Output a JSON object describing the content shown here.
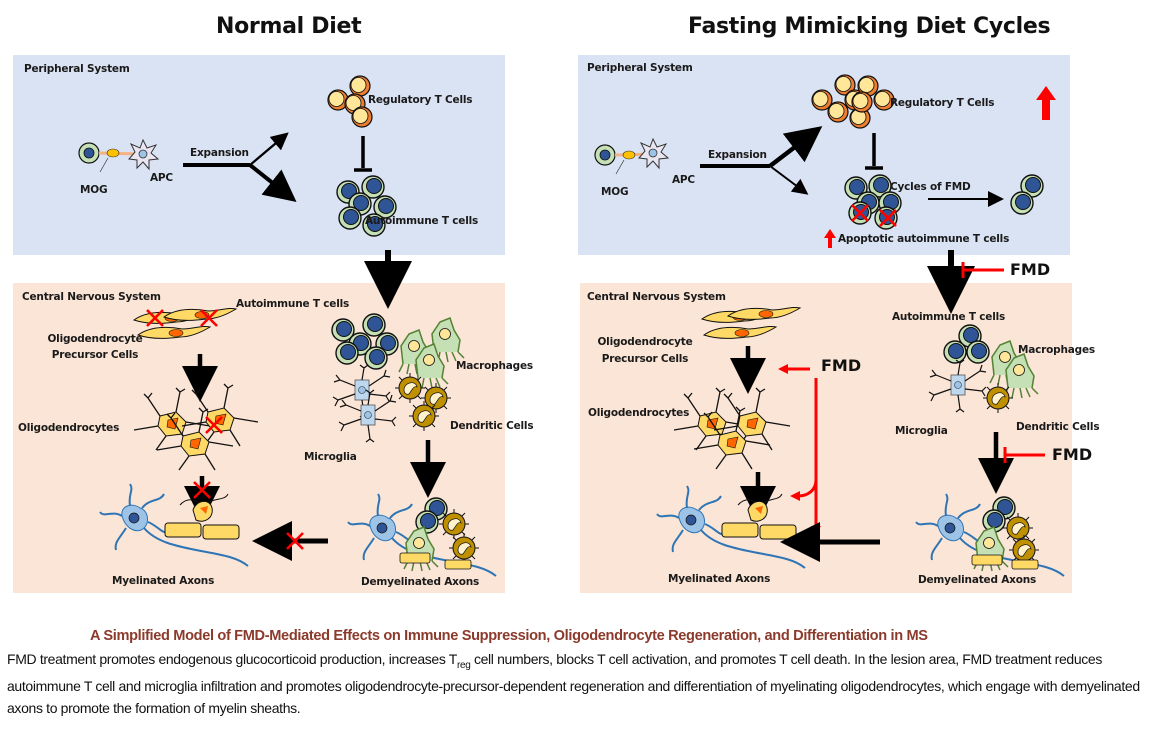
{
  "panels": {
    "normal": {
      "title": "Normal Diet",
      "peripheral": {
        "section_label": "Peripheral System",
        "mog": "MOG",
        "apc": "APC",
        "expansion": "Expansion",
        "treg": "Regulatory T Cells",
        "autoimmune": "Autoimmune T cells"
      },
      "cns": {
        "section_label": "Central Nervous System",
        "opc_line1": "Oligodendrocyte",
        "opc_line2": "Precursor Cells",
        "oligodendrocytes": "Oligodendrocytes",
        "myelinated": "Myelinated Axons",
        "autoimmune": "Autoimmune T cells",
        "macrophages": "Macrophages",
        "dendritic": "Dendritic Cells",
        "microglia": "Microglia",
        "demyelinated": "Demyelinated Axons"
      }
    },
    "fmd": {
      "title": "Fasting Mimicking Diet Cycles",
      "peripheral": {
        "section_label": "Peripheral System",
        "mog": "MOG",
        "apc": "APC",
        "expansion": "Expansion",
        "treg": "Regulatory T Cells",
        "cycles": "Cycles of FMD",
        "apoptotic": "Apoptotic autoimmune T cells"
      },
      "fmd_label": "FMD",
      "cns": {
        "section_label": "Central Nervous System",
        "opc_line1": "Oligodendrocyte",
        "opc_line2": "Precursor Cells",
        "oligodendrocytes": "Oligodendrocytes",
        "myelinated": "Myelinated Axons",
        "autoimmune": "Autoimmune T cells",
        "macrophages": "Macrophages",
        "dendritic": "Dendritic Cells",
        "microglia": "Microglia",
        "demyelinated": "Demyelinated Axons",
        "fmd_label_1": "FMD",
        "fmd_label_2": "FMD"
      }
    }
  },
  "caption": {
    "title": "A Simplified Model of FMD-Mediated Effects on Immune Suppression, Oligodendrocyte Regeneration, and Differentiation in MS",
    "body_part1": "FMD treatment promotes endogenous glucocorticoid production, increases T",
    "body_sub": "reg",
    "body_part2": " cell numbers, blocks T cell activation, and promotes T cell death. In the lesion area, FMD treatment reduces autoimmune T cell and microglia infiltration and promotes oligodendrocyte-precursor-dependent regeneration and differentiation of myelinating oligodendrocytes, which engage with demyelinated axons to promote the formation of myelin sheaths."
  },
  "colors": {
    "peripheral_bg": "#dae3f3",
    "cns_bg": "#fbe5d6",
    "inhibit_red": "#ff0000",
    "caption_title": "#8b3a2b",
    "tcell_outer": "#c5e0b4",
    "tcell_nucleus": "#2f5597",
    "treg_outer": "#ed7d31",
    "treg_inner": "#ffe699"
  }
}
